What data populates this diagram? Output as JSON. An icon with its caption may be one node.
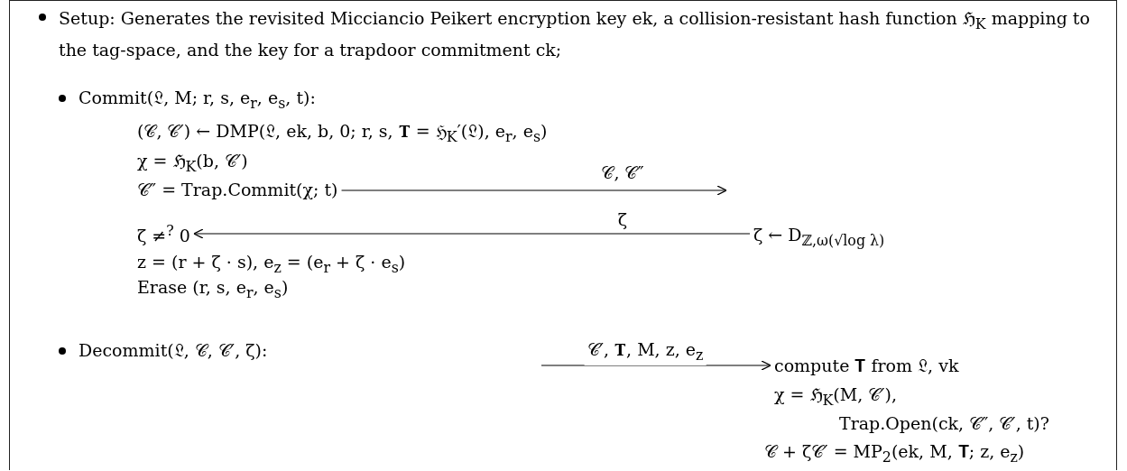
{
  "diagram": {
    "nodes": [
      {
        "text": [
          "𝒞″ = Trap.Commit(χ; t)"
        ]
      },
      {
        "text": [
          "ζ ≠$^{?}$ 0"
        ]
      },
      {
        "text": [
          "ζ ← D$_{ℤ,ω(√log λ)}$"
        ]
      },
      {
        "text": [
          "compute 𝐓 from 𝔏, vk"
        ]
      }
    ],
    "edges": [
      {
        "from": 0,
        "to": null,
        "arrow": "to",
        "label": "𝒞, 𝒞″"
      },
      {
        "from": 2,
        "to": 1,
        "arrow": "to",
        "label": "ζ"
      },
      {
        "from": null,
        "to": 3,
        "arrow": "to",
        "label": "𝒞′, 𝐓, M, z, e$_{z}$"
      }
    ],
    "labels": [
      "Setup: Generates the revisited Micciancio Peikert encryption key ek, a collision-resistant hash function ℌ$_{K}$ mapping to the tag-space, and the key for a trapdoor commitment ck;",
      "Commit(𝔏, M; r, s, e$_{r}$, e$_{s}$, t):",
      "(𝒞, 𝒞′) ← DMP(𝔏, ek, b, 0; r, s, 𝐓 = ℌ$_{K}$′(𝔏), e$_{r}$, e$_{s}$)",
      "χ = ℌ$_{K}$(b, 𝒞′)",
      "z = (r + ζ · s), e$_{z}$ = (e$_{r}$ + ζ · e$_{s}$)",
      "Erase (r, s, e$_{r}$, e$_{s}$)",
      "Decommit(𝔏, 𝒞, 𝒞′, ζ):",
      "χ = ℌ$_{K}$(M, 𝒞′),",
      "Trap.Open(ck, 𝒞″, 𝒞′, t)?",
      "𝒞 + ζ𝒞′ = MP$_{2}$(ek, M, 𝐓; z, e$_{z}$)"
    ]
  }
}
